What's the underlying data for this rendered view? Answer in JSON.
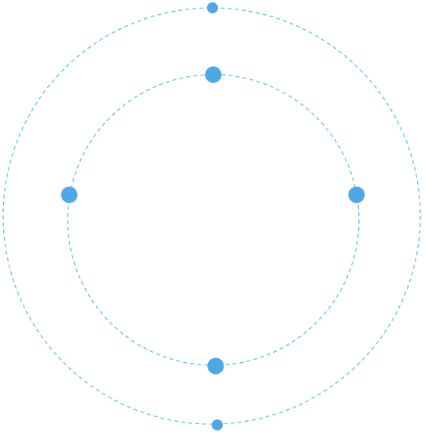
{
  "colors": {
    "ring_stroke": "#5bc6e3",
    "node_fill": "#4fa8e6",
    "background": "#ffffff"
  },
  "rings": [
    {
      "name": "outer-ring"
    },
    {
      "name": "inner-ring"
    }
  ],
  "nodes": [
    {
      "name": "outer-top-node"
    },
    {
      "name": "outer-bottom-node"
    },
    {
      "name": "inner-top-node"
    },
    {
      "name": "inner-left-node"
    },
    {
      "name": "inner-right-node"
    },
    {
      "name": "inner-bottom-node"
    }
  ]
}
